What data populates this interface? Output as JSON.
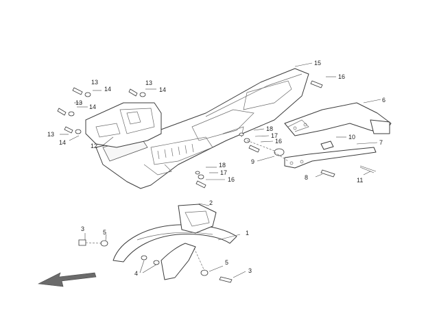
{
  "callouts": {
    "c1": "1",
    "c2": "2",
    "c3a": "3",
    "c3b": "3",
    "c4": "4",
    "c5a": "5",
    "c5b": "5",
    "c6": "6",
    "c7": "7",
    "c8": "8",
    "c9": "9",
    "c10": "10",
    "c11": "11",
    "c12": "12",
    "c13a": "13",
    "c13b": "13",
    "c13c": "13",
    "c13d": "13",
    "c14a": "14",
    "c14b": "14",
    "c14c": "14",
    "c14d": "14",
    "c15": "15",
    "c16a": "16",
    "c16b": "16",
    "c16c": "16",
    "c17a": "17",
    "c17b": "17",
    "c18a": "18",
    "c18b": "18"
  }
}
